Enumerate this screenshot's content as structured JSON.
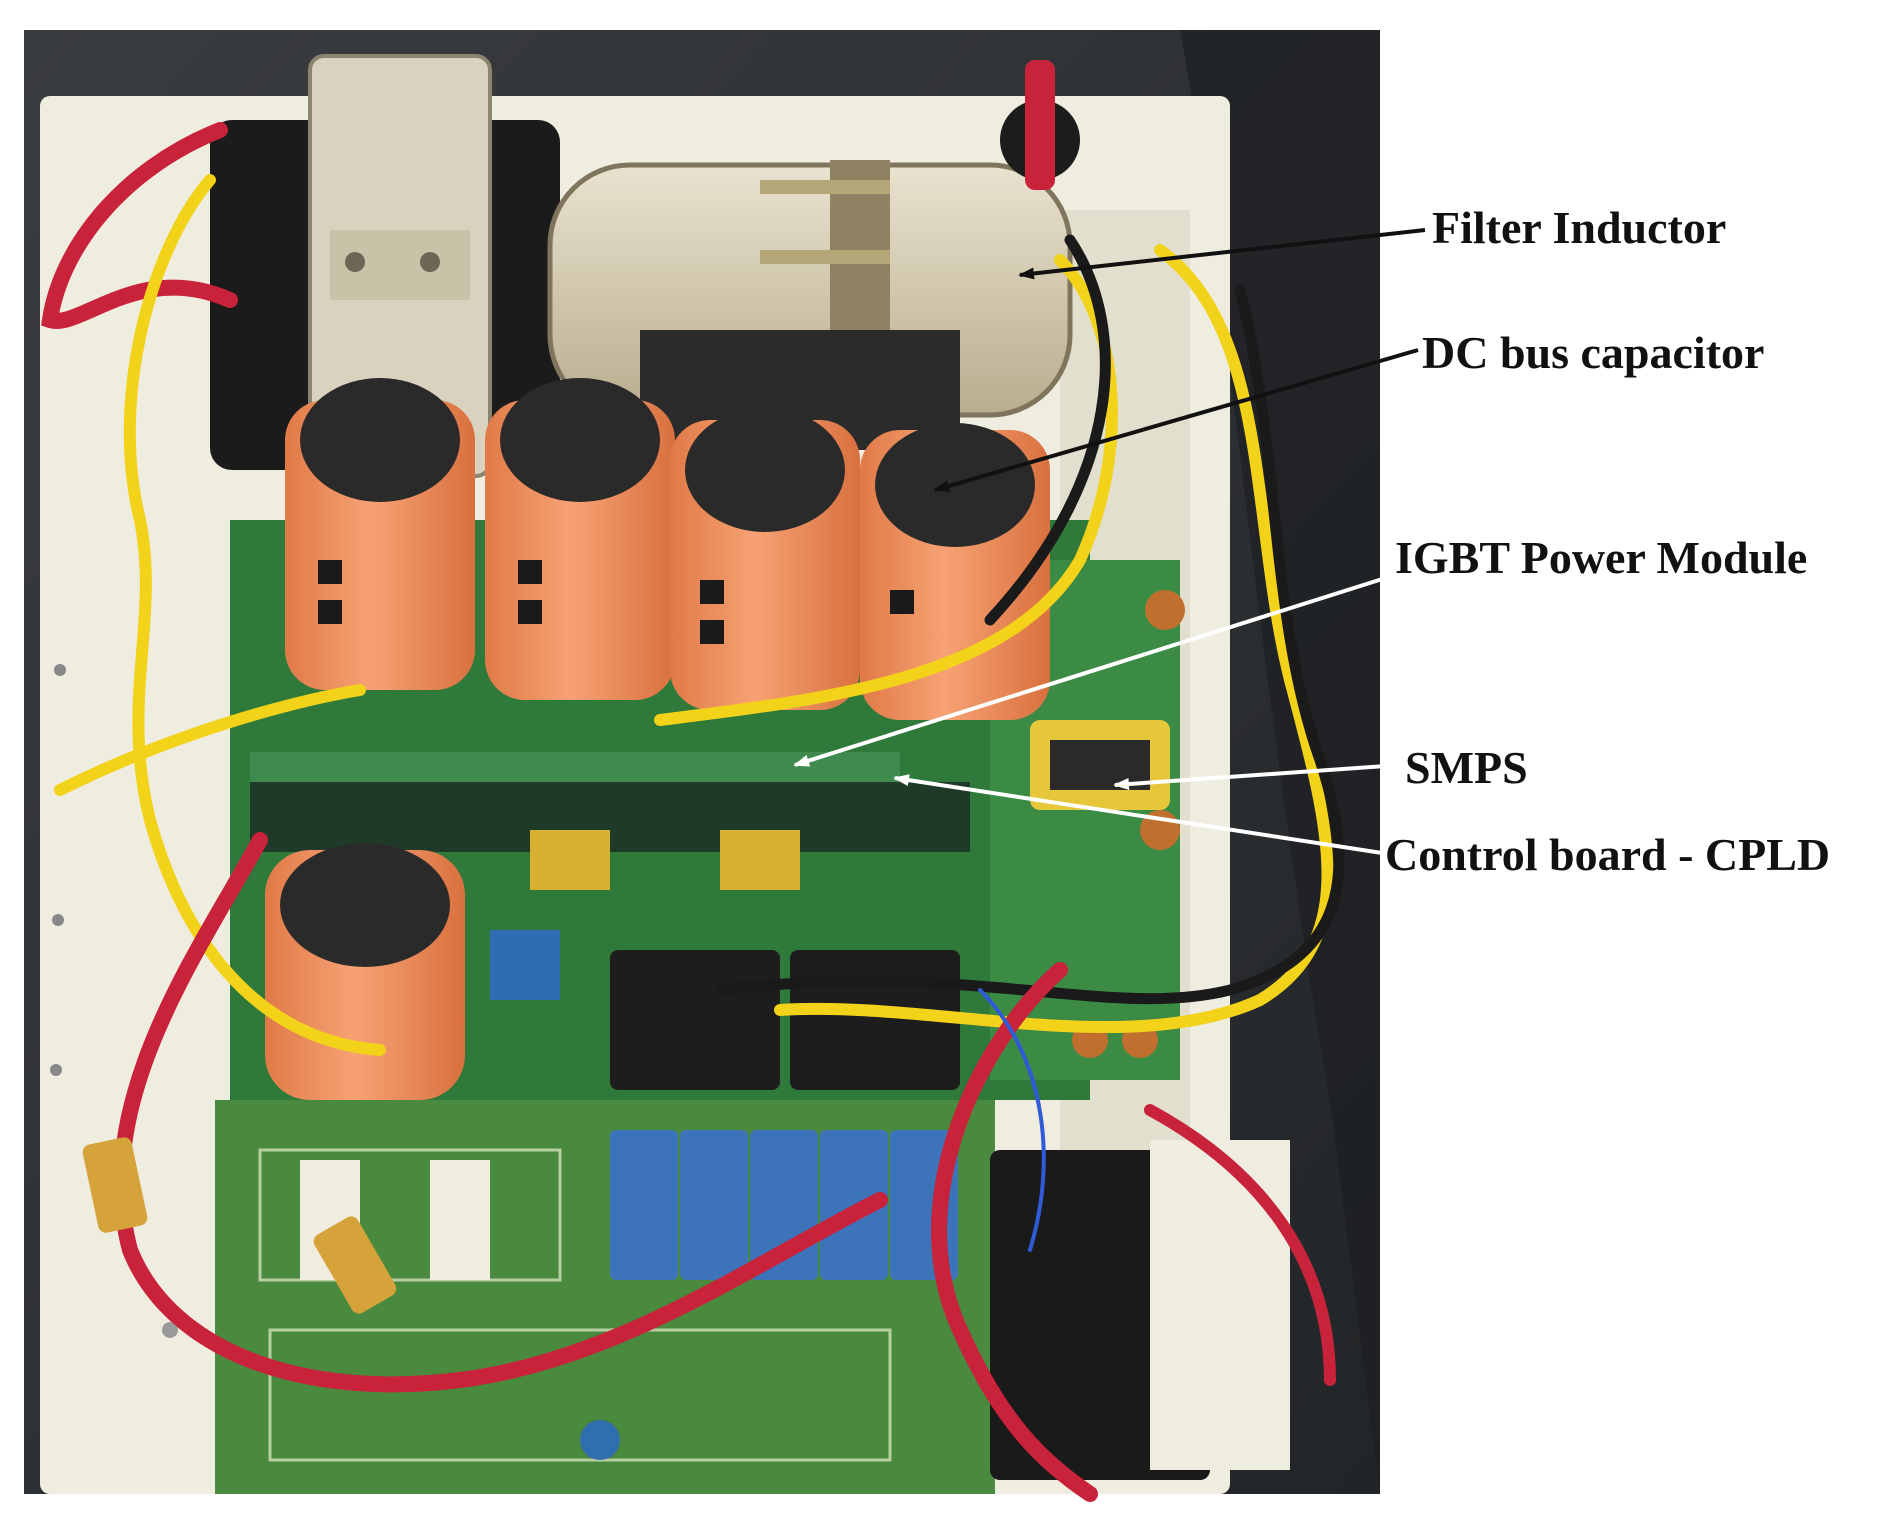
{
  "figure": {
    "annotations": [
      {
        "id": "filter-inductor",
        "text": "Filter Inductor",
        "arrow_color": "#111111"
      },
      {
        "id": "dc-bus-capacitor",
        "text": "DC bus capacitor",
        "arrow_color": "#111111"
      },
      {
        "id": "igbt-power-module",
        "text": "IGBT Power Module",
        "arrow_color": "#ffffff"
      },
      {
        "id": "smps",
        "text": "SMPS",
        "arrow_color": "#ffffff"
      },
      {
        "id": "control-board-cpld",
        "text": "Control board - CPLD",
        "arrow_color": "#ffffff"
      }
    ],
    "colors": {
      "pcb_green": "#2f7a3a",
      "capacitor_orange": "#f2915e",
      "capacitor_top": "#2a2a2a",
      "wire_red": "#c8233b",
      "wire_yellow": "#f3d21a",
      "panel_cream": "#efece0",
      "background_dark": "#2e3134"
    }
  }
}
